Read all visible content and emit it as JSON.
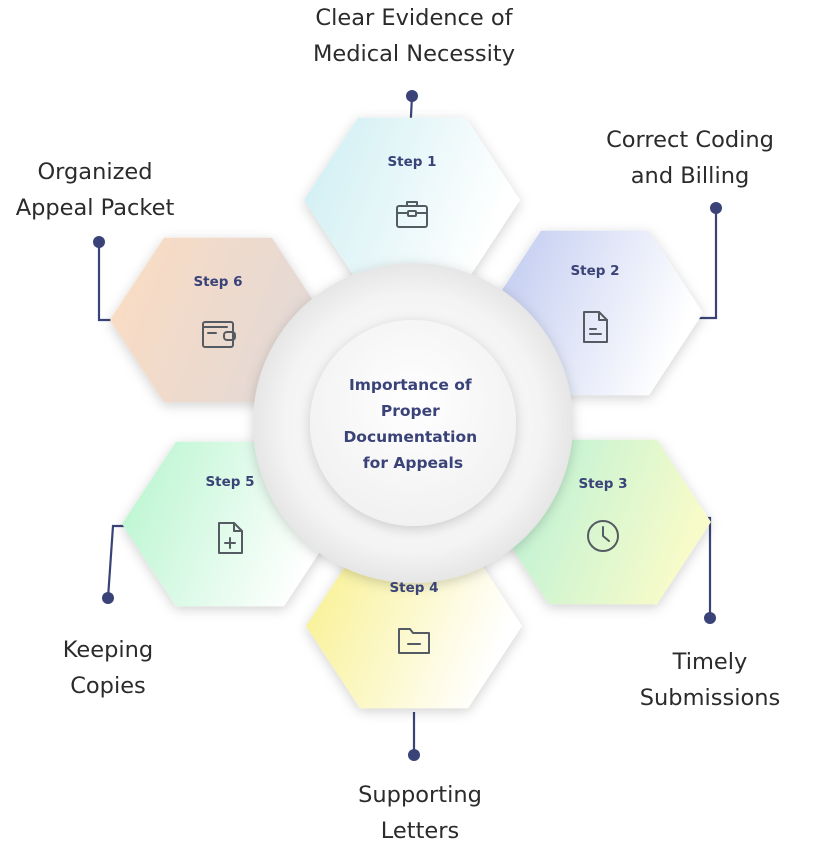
{
  "center": {
    "title_lines": [
      "Importance of",
      "Proper",
      "Documentation",
      "for Appeals"
    ]
  },
  "steps": [
    {
      "step_label": "Step 1",
      "title_lines": [
        "Clear Evidence of",
        "Medical Necessity"
      ],
      "icon": "briefcase-icon",
      "gradient": [
        "#cdeef2",
        "#ffffff"
      ],
      "icon_color": "#555b62"
    },
    {
      "step_label": "Step 2",
      "title_lines": [
        "Correct Coding",
        "and Billing"
      ],
      "icon": "document-icon",
      "gradient": [
        "#bcc7ef",
        "#ffffff"
      ],
      "icon_color": "#555b62"
    },
    {
      "step_label": "Step 3",
      "title_lines": [
        "Timely",
        "Submissions"
      ],
      "icon": "clock-icon",
      "gradient": [
        "#b3f0d8",
        "#f7fbc9"
      ],
      "icon_color": "#555b62"
    },
    {
      "step_label": "Step 4",
      "title_lines": [
        "Supporting",
        "Letters"
      ],
      "icon": "folder-icon",
      "gradient": [
        "#f8f08c",
        "#ffffff"
      ],
      "icon_color": "#555b62"
    },
    {
      "step_label": "Step 5",
      "title_lines": [
        "Keeping",
        "Copies"
      ],
      "icon": "file-plus-icon",
      "gradient": [
        "#b6f5cd",
        "#ffffff"
      ],
      "icon_color": "#555b62"
    },
    {
      "step_label": "Step 6",
      "title_lines": [
        "Organized",
        "Appeal Packet"
      ],
      "icon": "wallet-icon",
      "gradient": [
        "#fcdcc1",
        "#e3d9d6"
      ],
      "icon_color": "#555b62"
    }
  ],
  "colors": {
    "step_text": "#3a4378",
    "center_text": "#3a4378",
    "connector": "#3a4378",
    "label_text": "#2b2b2b"
  }
}
